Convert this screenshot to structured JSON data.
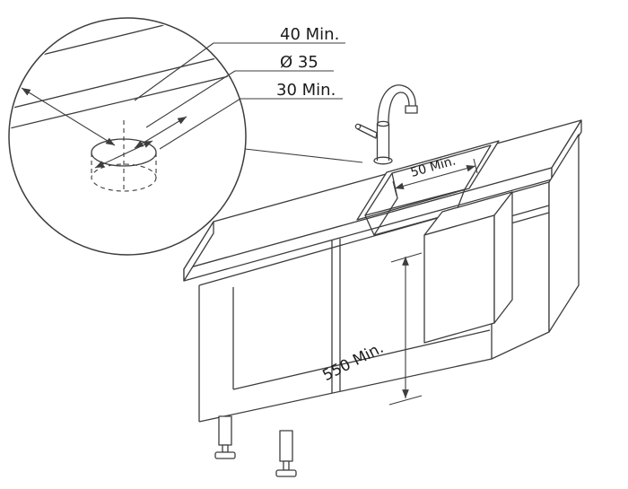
{
  "figure": {
    "background_color": "#ffffff",
    "line_color": "#3d3d3d",
    "text_color": "#1b1b1b"
  },
  "detail_labels": {
    "min40": "40 Min.",
    "dia35": "Ø 35",
    "min30": "30 Min."
  },
  "dimensions": {
    "sink_min": "50 Min.",
    "cabinet_min": "550 Min."
  }
}
